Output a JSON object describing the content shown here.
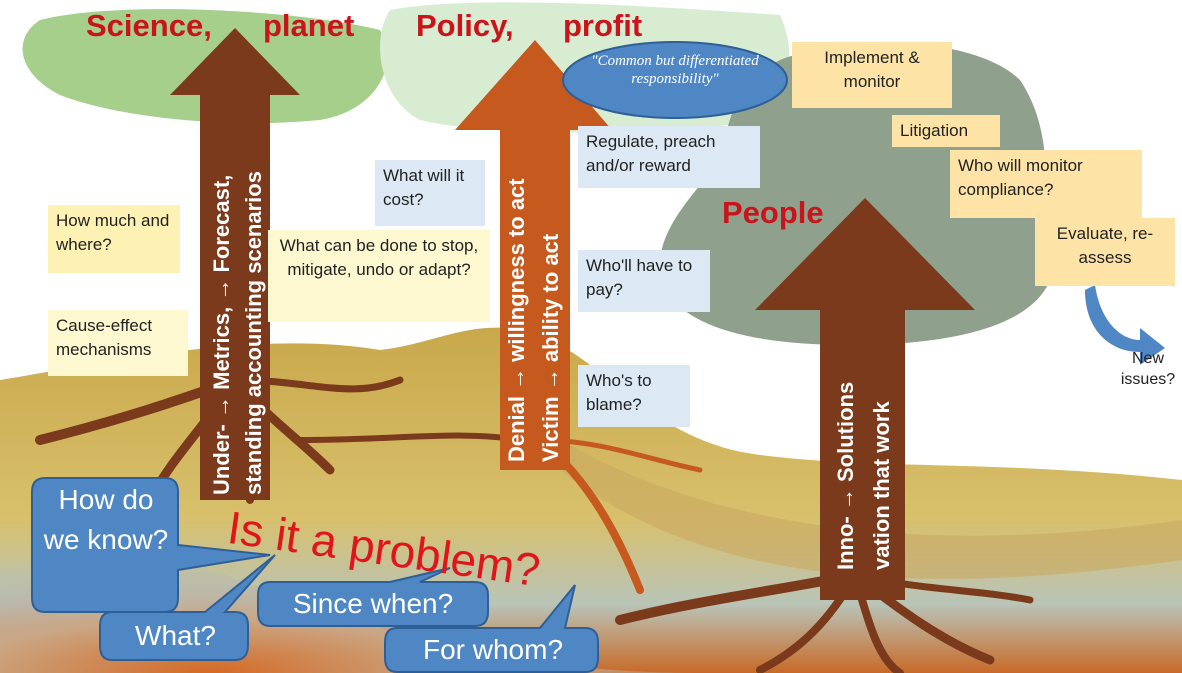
{
  "headings": {
    "science": "Science,",
    "planet": "planet",
    "policy": "Policy,",
    "profit": "profit",
    "people": "People"
  },
  "ellipse_quote": "\"Common but differentiated responsibility\"",
  "arrows": {
    "left_line1": "Under- → Metrics, → Forecast,",
    "left_line2": "standing accounting scenarios",
    "middle_line1": "Denial → willingness to act",
    "middle_line2": "Victim → ability to act",
    "right_line1": "Inno- → Solutions",
    "right_line2": "vation that work"
  },
  "notes": {
    "how_much": "How much and where?",
    "cause_effect": "Cause-effect mechanisms",
    "what_can_be_done": "What can be done to stop, mitigate, undo or adapt?",
    "what_will_cost": "What will it cost?",
    "regulate": "Regulate, preach and/or reward",
    "who_pay": "Who'll have to pay?",
    "who_blame": "Who's to blame?",
    "implement": "Implement & monitor",
    "litigation": "Litigation",
    "who_monitor": "Who will monitor compliance?",
    "evaluate": "Evaluate, re-assess",
    "new_issues": "New issues?"
  },
  "bubbles": {
    "how_know": "How do we know?",
    "what": "What?",
    "since_when": "Since when?",
    "for_whom": "For whom?"
  },
  "main_question": "Is it a problem?",
  "colors": {
    "heading_red": "#c8141a",
    "arrow_brown": "#7b3a1c",
    "arrow_orange": "#c65a1e",
    "bubble_blue": "#4f87c4",
    "tree_green": "#a6cf8b",
    "tree_grey": "#8ea18c"
  }
}
